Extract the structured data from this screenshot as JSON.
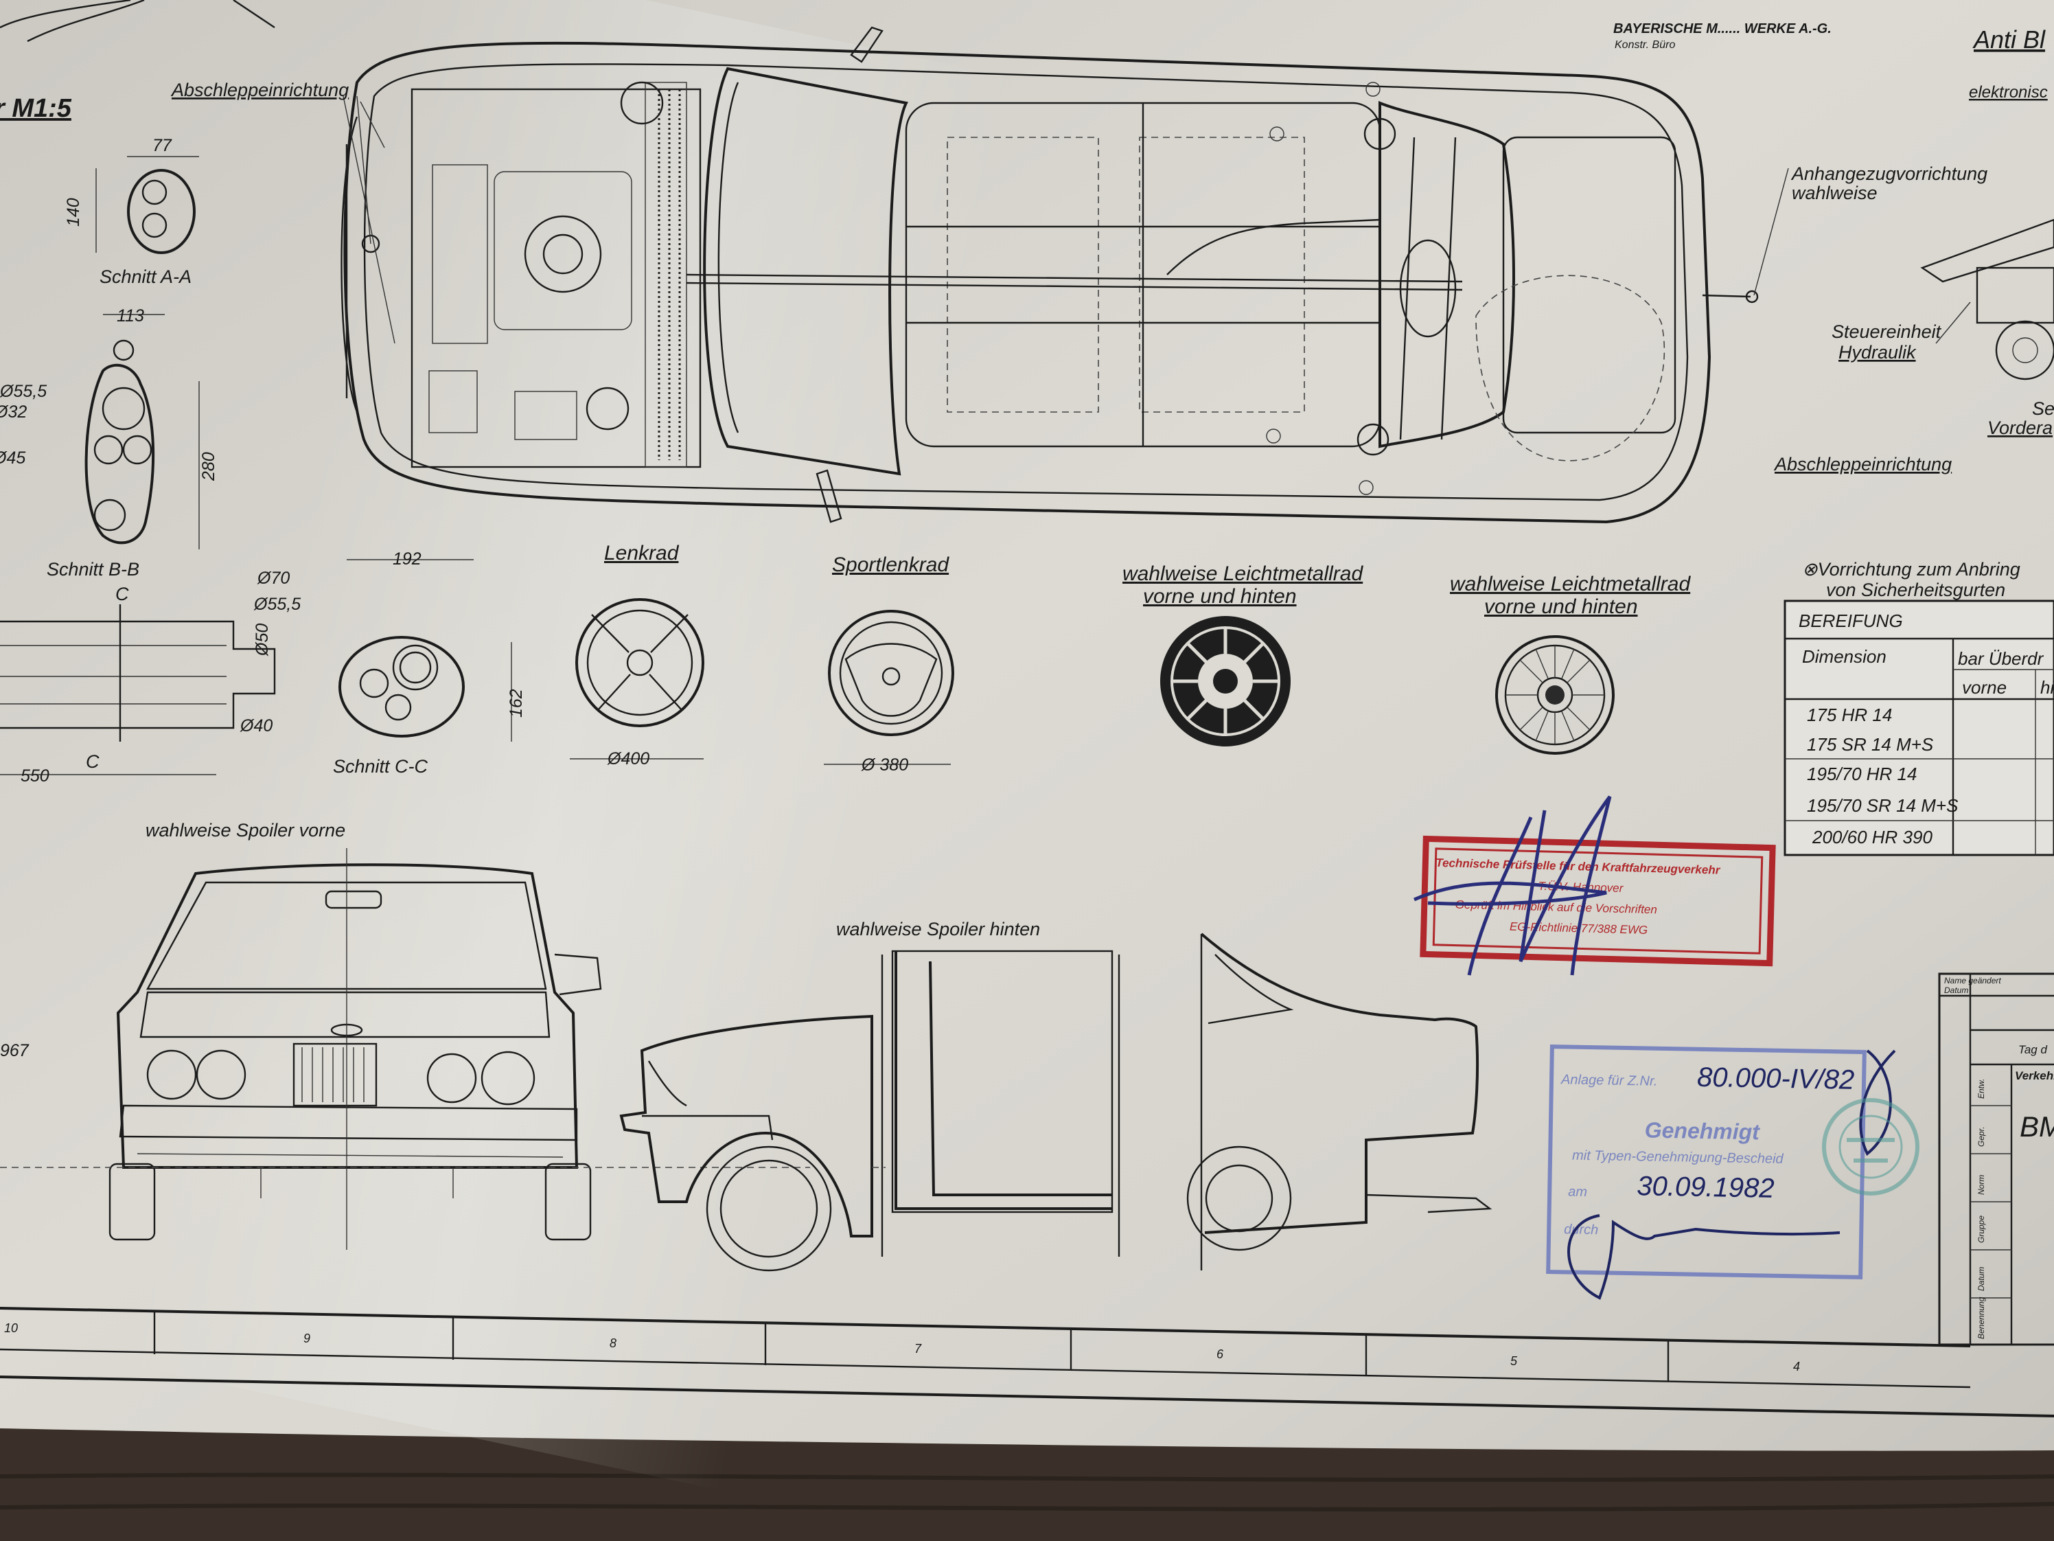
{
  "header": {
    "scale": "r M1:5",
    "company_line1": "BAYERISCHE M...... WERKE A.-G.",
    "company_line2": "Konstr. Büro",
    "right_title": "Anti Bl",
    "right_subtitle": "elektronisc"
  },
  "top_view": {
    "tow_front": "Abschleppeinrichtung",
    "trailer_hitch": "Anhangezugvorrichtung wahlweise",
    "control_unit": "Steuereinheit Hydraulik",
    "tow_rear": "Abschleppeinrichtung",
    "cut_se": "Se",
    "cut_vordera": "Vordera"
  },
  "sections": {
    "aa": {
      "title": "Schnitt A-A",
      "w": "77",
      "h": "140"
    },
    "bb": {
      "title": "Schnitt B-B",
      "w": "113",
      "d1": "Ø55,5",
      "d2": "Ø32",
      "d3": "Ø45",
      "h": "280"
    },
    "cc": {
      "title": "Schnitt C-C",
      "w": "192",
      "d1": "Ø70",
      "d2": "Ø55,5",
      "d3": "Ø50",
      "d4": "Ø40",
      "h": "162",
      "len": "550",
      "mark": "C"
    }
  },
  "wheels": {
    "steering": "Lenkrad",
    "steering_dim": "Ø400",
    "sport_steering": "Sportlenkrad",
    "sport_dim": "Ø 380",
    "alloy1_line1": "wahlweise Leichtmetallrad",
    "alloy1_line2": "vorne und hinten",
    "alloy2_line1": "wahlweise Leichtmetallrad",
    "alloy2_line2": "vorne und hinten"
  },
  "seatbelt_note": {
    "line1": "⊗Vorrichtung zum Anbring",
    "line2": "von Sicherheitsgurten"
  },
  "tires": {
    "title": "BEREIFUNG",
    "col_dimension": "Dimension",
    "col_pressure": "bar Überdr",
    "col_front": "vorne",
    "col_rear": "hi",
    "rows": [
      "175 HR 14",
      "175 SR 14 M+S",
      "195/70 HR 14",
      "195/70 SR 14 M+S",
      "200/60 HR 390"
    ]
  },
  "spoilers": {
    "front": "wahlweise Spoiler vorne",
    "rear": "wahlweise Spoiler hinten"
  },
  "red_stamp": {
    "line1": "Technische Prüfstelle für den Kraftfahrzeugverkehr",
    "line2": "T.Ü.V. Hannover",
    "line3": "Geprüft im Hinblick auf die Vorschriften",
    "line4": "EG-Richtlinie 77/388 EWG"
  },
  "blue_stamp": {
    "line1": "Anlage für Z.Nr.",
    "number": "80.000-IV/82",
    "line2": "Genehmigt",
    "line3": "mit Typen-Genehmigung-Bescheid",
    "label_date": "am",
    "date": "30.09.1982",
    "label_by": "durch"
  },
  "title_block": {
    "row1": "Name geändert",
    "row2": "Datum",
    "row3": "Tag d",
    "row4": "Verkehr",
    "big": "BM",
    "side_labels": [
      "Entw.",
      "Gepr.",
      "Norm",
      "Gruppe",
      "Datum",
      "Benennung"
    ]
  },
  "left_note": "967",
  "grid_numbers": [
    "10",
    "9",
    "8",
    "7",
    "6",
    "5",
    "4"
  ],
  "colors": {
    "paper": "#d5d3cc",
    "ink": "#1a1a1a",
    "stamp_red": "#b0282c",
    "stamp_blue": "#7b86bf",
    "table_bg": "#e4e2dc",
    "wood": "#3a3029"
  }
}
